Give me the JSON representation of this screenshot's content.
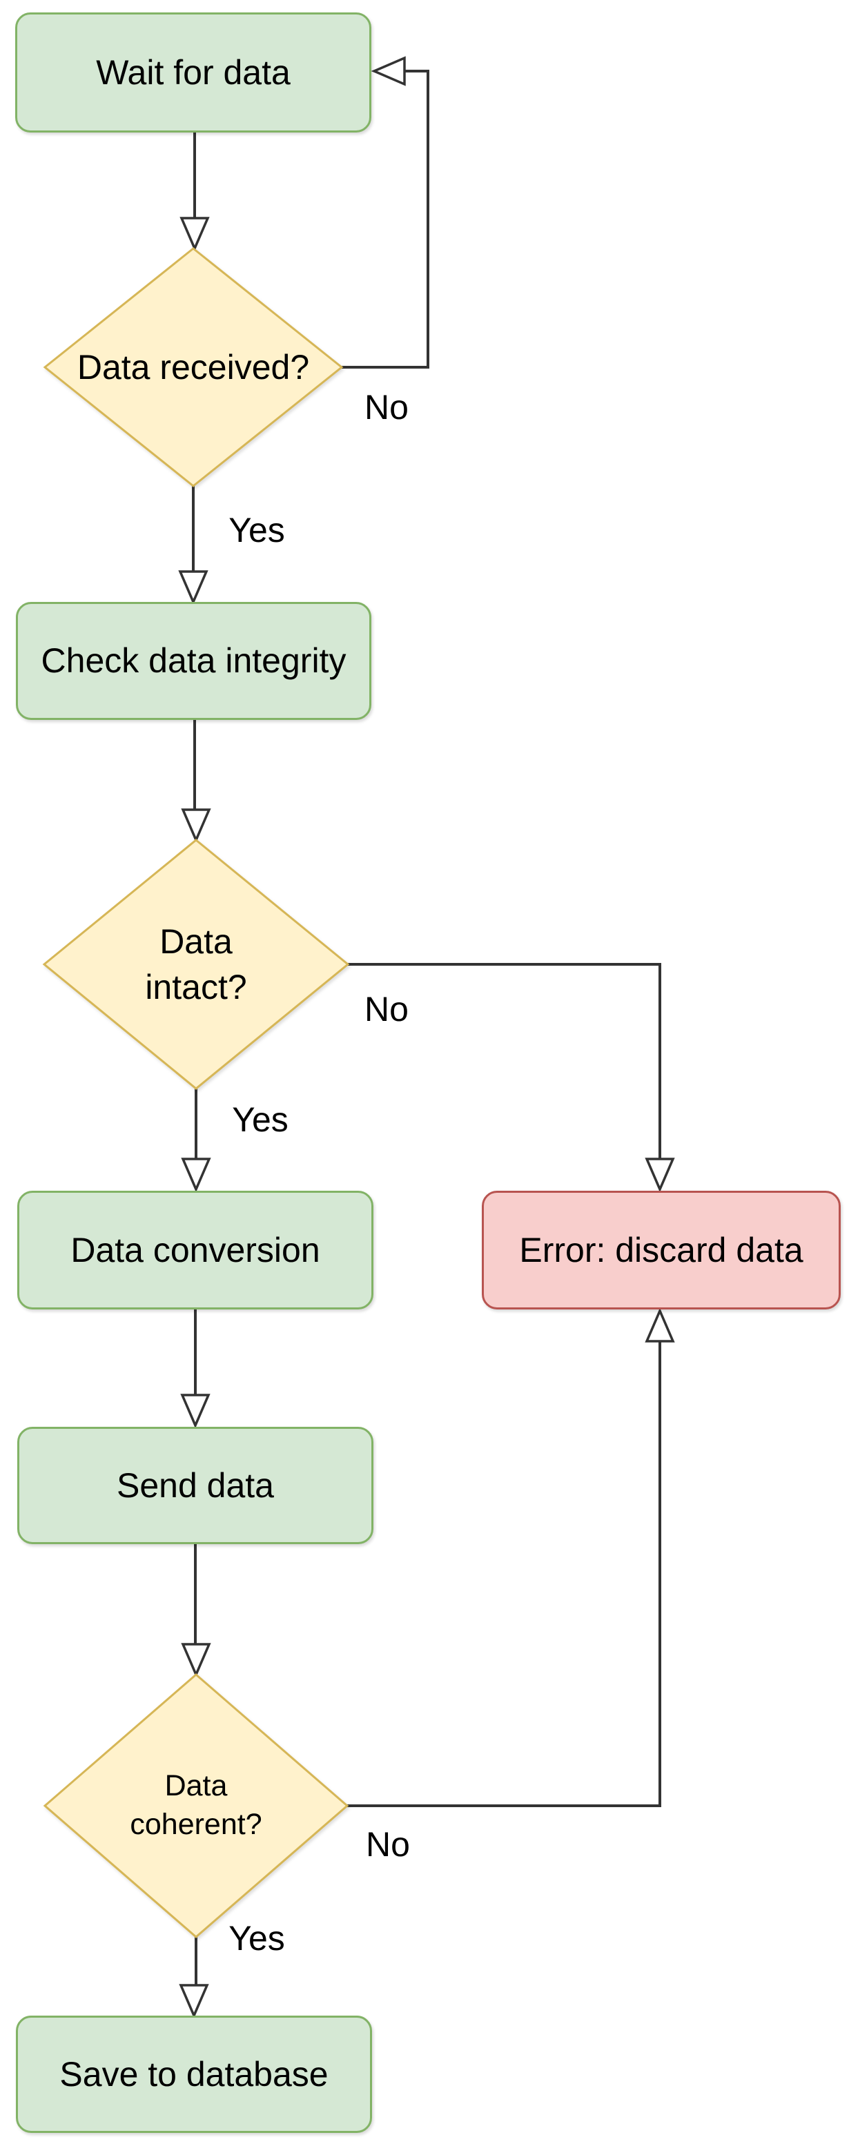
{
  "diagram": {
    "type": "flowchart",
    "description": "Data processing flowchart with decision branches and error handling"
  },
  "colors": {
    "process-fill": "#d5e8d4",
    "process-stroke": "#82b366",
    "decision-fill": "#fff2cc",
    "decision-stroke": "#d6b656",
    "error-fill": "#f8cecc",
    "error-stroke": "#b85450",
    "connector": "#333333",
    "text": "#000000",
    "canvas-bg": "#ffffff"
  },
  "nodes": {
    "wait": {
      "type": "process",
      "label": "Wait for data"
    },
    "received": {
      "type": "decision",
      "label": "Data received?"
    },
    "integrity": {
      "type": "process",
      "label": "Check data integrity"
    },
    "intact": {
      "type": "decision",
      "label": "Data intact?"
    },
    "conversion": {
      "type": "process",
      "label": "Data conversion"
    },
    "error": {
      "type": "error",
      "label": "Error: discard data"
    },
    "send": {
      "type": "process",
      "label": "Send data"
    },
    "coherent": {
      "type": "decision",
      "label": "Data coherent?"
    },
    "save": {
      "type": "process",
      "label": "Save to database"
    }
  },
  "edge_labels": {
    "received_no": "No",
    "received_yes": "Yes",
    "intact_no": "No",
    "intact_yes": "Yes",
    "coherent_no": "No",
    "coherent_yes": "Yes"
  }
}
